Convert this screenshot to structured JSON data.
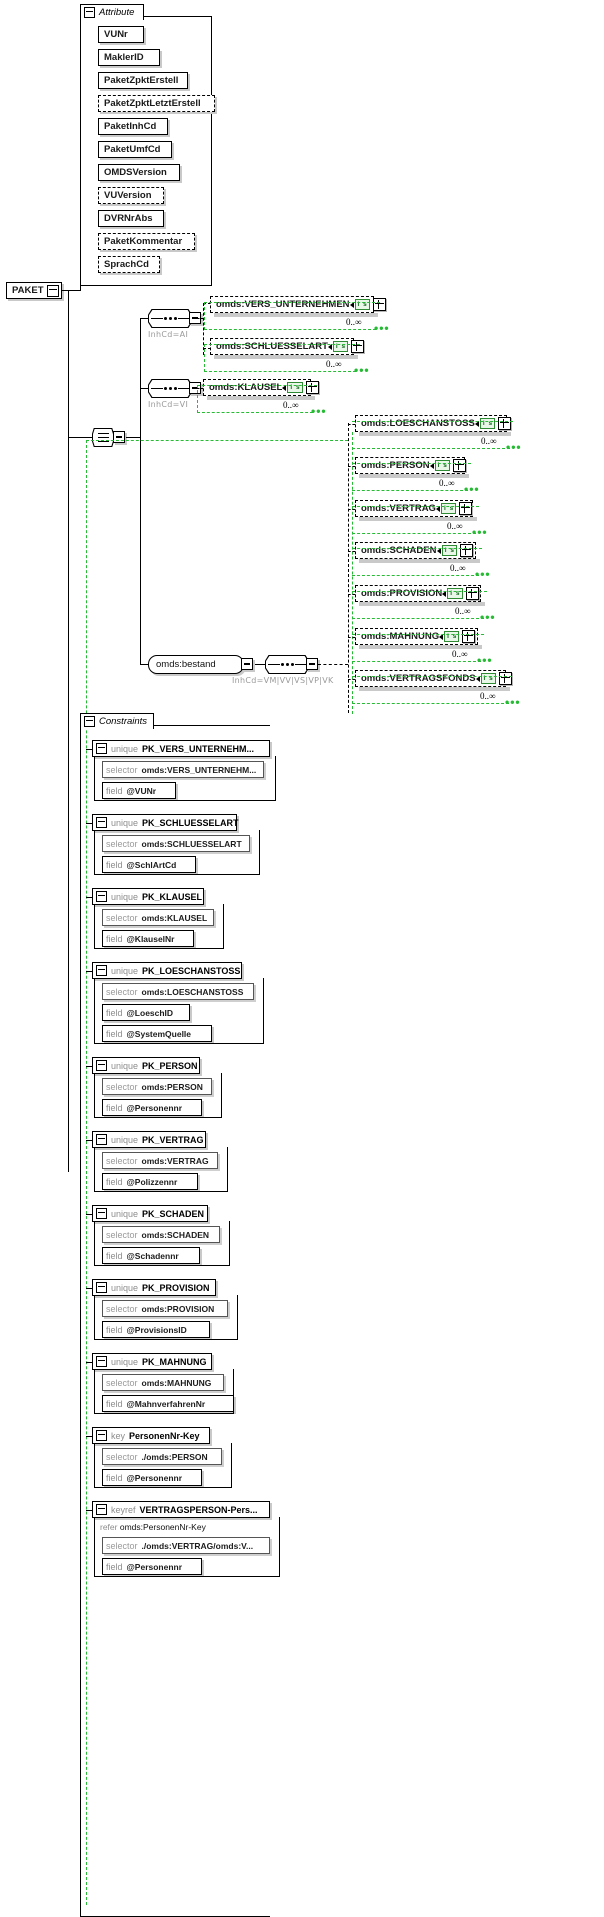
{
  "diagram": {
    "root": {
      "label": "PAKET",
      "icon": "minus-toggle"
    },
    "attribute_group": {
      "title": "Attribute",
      "icon": "minus-toggle"
    },
    "attributes": [
      {
        "label": "VUNr",
        "optional": false,
        "width": 46
      },
      {
        "label": "MaklerID",
        "optional": false,
        "width": 62
      },
      {
        "label": "PaketZpktErstell",
        "optional": false,
        "width": 90
      },
      {
        "label": "PaketZpktLetztErstell",
        "optional": true,
        "width": 117
      },
      {
        "label": "PaketInhCd",
        "optional": false,
        "width": 70
      },
      {
        "label": "PaketUmfCd",
        "optional": false,
        "width": 74
      },
      {
        "label": "OMDSVersion",
        "optional": false,
        "width": 82
      },
      {
        "label": "VUVersion",
        "optional": true,
        "width": 66
      },
      {
        "label": "DVRNrAbs",
        "optional": false,
        "width": 66
      },
      {
        "label": "PaketKommentar",
        "optional": true,
        "width": 97
      },
      {
        "label": "SprachCd",
        "optional": true,
        "width": 62
      }
    ],
    "compositors": [
      {
        "name": "choice-root",
        "kind": "choice"
      },
      {
        "name": "sequence-ai",
        "kind": "sequence",
        "condition": "InhCd=AI"
      },
      {
        "name": "sequence-vi",
        "kind": "sequence",
        "condition": "InhCd=VI"
      },
      {
        "name": "sequence-bestand",
        "kind": "sequence",
        "condition": "InhCd=VM|VV|VS|VP|VK"
      }
    ],
    "bestand": {
      "label": "omds:bestand"
    },
    "group_ai": [
      {
        "label": "omds:VERS_UNTERNEHMEN",
        "badge": "i s",
        "cardinality": "0..∞",
        "width": 158
      },
      {
        "label": "omds:SCHLUESSELART",
        "badge": "i s",
        "cardinality": "0..∞",
        "width": 138
      }
    ],
    "group_vi": [
      {
        "label": "omds:KLAUSEL",
        "badge": "i s",
        "cardinality": "0..∞",
        "width": 102
      }
    ],
    "group_bestand": [
      {
        "label": "omds:LOESCHANSTOSS",
        "badge": "i s",
        "cardinality": "0..∞",
        "width": 146
      },
      {
        "label": "omds:PERSON",
        "badge": "i s",
        "cardinality": "0..∞",
        "width": 104
      },
      {
        "label": "omds:VERTRAG",
        "badge": "i s",
        "cardinality": "0..∞",
        "width": 112
      },
      {
        "label": "omds:SCHADEN",
        "badge": "i s",
        "cardinality": "0..∞",
        "width": 115
      },
      {
        "label": "omds:PROVISION",
        "badge": "i s",
        "cardinality": "0..∞",
        "width": 120
      },
      {
        "label": "omds:MAHNUNG",
        "badge": "i s",
        "cardinality": "0..∞",
        "width": 117
      },
      {
        "label": "omds:VERTRAGSFONDS",
        "badge": "i s",
        "cardinality": "0..∞",
        "width": 145
      }
    ],
    "constraints_group": {
      "title": "Constraints",
      "icon": "minus-toggle"
    },
    "constraints": [
      {
        "kind": "unique",
        "name": "PK_VERS_UNTERNEHM...",
        "width": 178,
        "selector": {
          "kw": "selector",
          "value": "omds:VERS_UNTERNEHM...",
          "width": 162
        },
        "fields": [
          {
            "kw": "field",
            "value": "@VUNr",
            "width": 74
          }
        ]
      },
      {
        "kind": "unique",
        "name": "PK_SCHLUESSELART",
        "width": 145,
        "selector": {
          "kw": "selector",
          "value": "omds:SCHLUESSELART",
          "width": 148
        },
        "fields": [
          {
            "kw": "field",
            "value": "@SchlArtCd",
            "width": 94
          }
        ]
      },
      {
        "kind": "unique",
        "name": "PK_KLAUSEL",
        "width": 112,
        "selector": {
          "kw": "selector",
          "value": "omds:KLAUSEL",
          "width": 112
        },
        "fields": [
          {
            "kw": "field",
            "value": "@KlauselNr",
            "width": 92
          }
        ]
      },
      {
        "kind": "unique",
        "name": "PK_LOESCHANSTOSS",
        "width": 150,
        "selector": {
          "kw": "selector",
          "value": "omds:LOESCHANSTOSS",
          "width": 152
        },
        "fields": [
          {
            "kw": "field",
            "value": "@LoeschID",
            "width": 88
          },
          {
            "kw": "field",
            "value": "@SystemQuelle",
            "width": 110
          }
        ]
      },
      {
        "kind": "unique",
        "name": "PK_PERSON",
        "width": 108,
        "selector": {
          "kw": "selector",
          "value": "omds:PERSON",
          "width": 110
        },
        "fields": [
          {
            "kw": "field",
            "value": "@Personennr",
            "width": 100
          }
        ]
      },
      {
        "kind": "unique",
        "name": "PK_VERTRAG",
        "width": 114,
        "selector": {
          "kw": "selector",
          "value": "omds:VERTRAG",
          "width": 116
        },
        "fields": [
          {
            "kw": "field",
            "value": "@Polizzennr",
            "width": 96
          }
        ]
      },
      {
        "kind": "unique",
        "name": "PK_SCHADEN",
        "width": 116,
        "selector": {
          "kw": "selector",
          "value": "omds:SCHADEN",
          "width": 118
        },
        "fields": [
          {
            "kw": "field",
            "value": "@Schadennr",
            "width": 98
          }
        ]
      },
      {
        "kind": "unique",
        "name": "PK_PROVISION",
        "width": 124,
        "selector": {
          "kw": "selector",
          "value": "omds:PROVISION",
          "width": 126
        },
        "fields": [
          {
            "kw": "field",
            "value": "@ProvisionsID",
            "width": 108
          }
        ]
      },
      {
        "kind": "unique",
        "name": "PK_MAHNUNG",
        "width": 120,
        "selector": {
          "kw": "selector",
          "value": "omds:MAHNUNG",
          "width": 122
        },
        "fields": [
          {
            "kw": "field",
            "value": "@MahnverfahrenNr",
            "width": 132
          }
        ]
      },
      {
        "kind": "key",
        "name": "PersonenNr-Key",
        "width": 118,
        "selector": {
          "kw": "selector",
          "value": "./omds:PERSON",
          "width": 120
        },
        "fields": [
          {
            "kw": "field",
            "value": "@Personennr",
            "width": 100
          }
        ]
      },
      {
        "kind": "keyref",
        "name": "VERTRAGSPERSON-Pers...",
        "width": 178,
        "refer": {
          "kw": "refer",
          "value": "omds:PersonenNr-Key"
        },
        "selector": {
          "kw": "selector",
          "value": "./omds:VERTRAG/omds:V...",
          "width": 168
        },
        "fields": [
          {
            "kw": "field",
            "value": "@Personennr",
            "width": 100
          }
        ]
      }
    ],
    "colors": {
      "green_accent": "#25bb33",
      "badge_border": "#2f8a34",
      "badge_fill": "#e9f7e9",
      "shadow": "#c9c9c9",
      "muted_text": "#9a9a9a"
    }
  }
}
